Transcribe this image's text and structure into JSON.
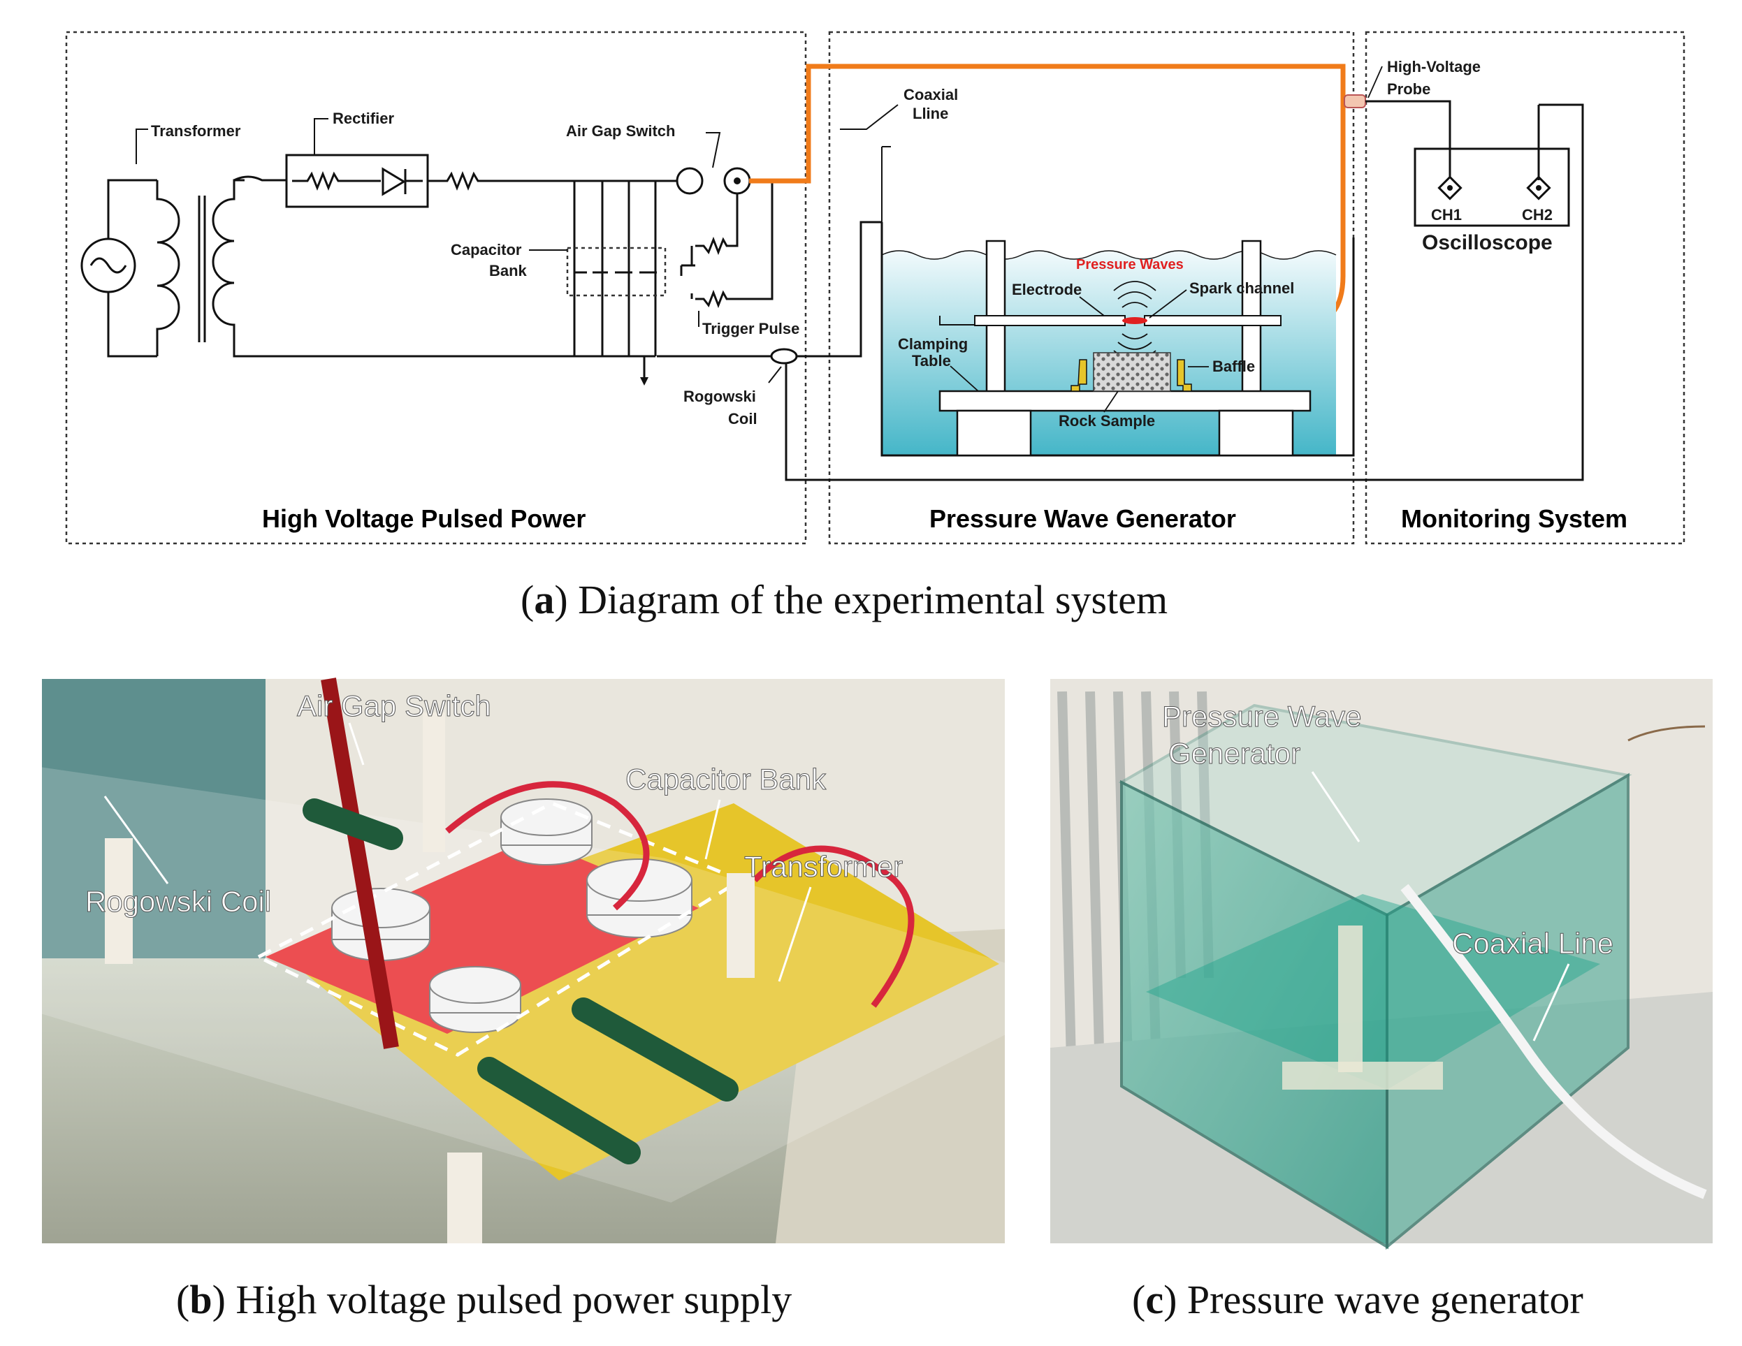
{
  "panel_a": {
    "sections": {
      "power": "High Voltage Pulsed Power",
      "generator": "Pressure Wave Generator",
      "monitoring": "Monitoring System"
    },
    "labels": {
      "transformer": "Transformer",
      "rectifier": "Rectifier",
      "air_gap_switch": "Air Gap Switch",
      "capacitor_bank_1": "Capacitor",
      "capacitor_bank_2": "Bank",
      "trigger_pulse": "Trigger Pulse",
      "rogowski_1": "Rogowski",
      "rogowski_2": "Coil",
      "coaxial_1": "Coaxial",
      "coaxial_2": "Lline",
      "hv_probe_1": "High-Voltage",
      "hv_probe_2": "Probe",
      "ch1": "CH1",
      "ch2": "CH2",
      "oscilloscope": "Oscilloscope",
      "pressure_waves": "Pressure Waves",
      "electrode": "Electrode",
      "spark_channel": "Spark channel",
      "clamping_1": "Clamping",
      "clamping_2": "Table",
      "baffle": "Baffle",
      "rock_sample": "Rock Sample"
    },
    "caption_letter": "a",
    "caption_text": " Diagram of the experimental system"
  },
  "panel_b": {
    "overlay_labels": {
      "air_gap_switch": "Air Gap Switch",
      "capacitor_bank": "Capacitor Bank",
      "transformer": "Transformer",
      "rogowski_coil": "Rogowski Coil"
    },
    "caption_letter": "b",
    "caption_text": " High voltage pulsed power supply"
  },
  "panel_c": {
    "overlay_labels": {
      "pwg_1": "Pressure Wave",
      "pwg_2": "Generator",
      "coaxial_line": "Coaxial Line"
    },
    "caption_letter": "c",
    "caption_text": " Pressure wave generator"
  },
  "colors": {
    "coax_orange": "#f07b1a",
    "water_top": "#eef8fb",
    "water_bottom": "#45b6c8",
    "spark_red": "#e02020",
    "base_red": "#e8272a",
    "board_yellow": "#e6c52a",
    "resistor_green": "#1f5a3a"
  }
}
